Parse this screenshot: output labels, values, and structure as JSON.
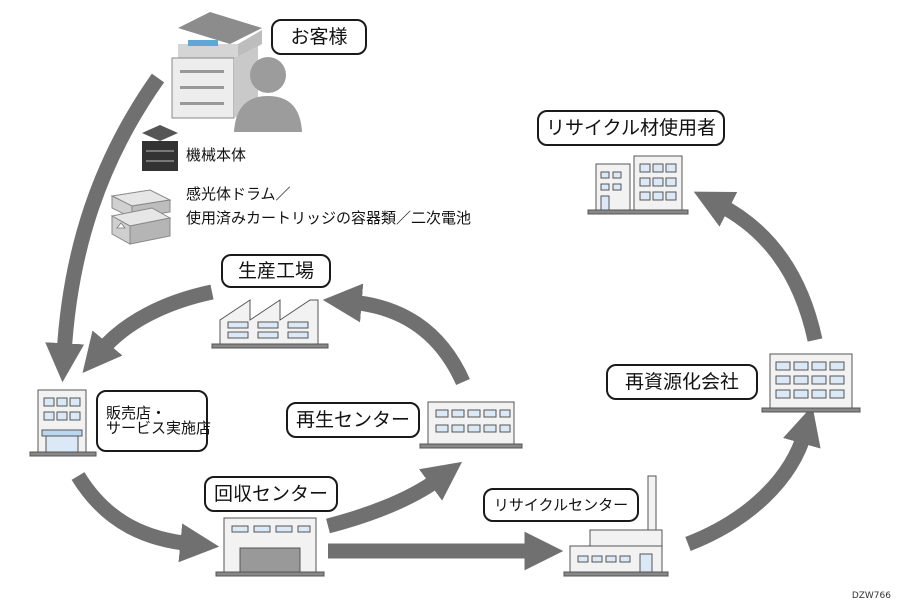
{
  "nodes": {
    "customer": "お客様",
    "machine_body": "機械本体",
    "consumables_line1": "感光体ドラム／",
    "consumables_line2": "使用済みカートリッジの容器類／二次電池",
    "dealer_line1": "販売店・",
    "dealer_line2": "サービス実施店",
    "factory": "生産工場",
    "collection_center": "回収センター",
    "regeneration_center": "再生センター",
    "recycle_center": "リサイクルセンター",
    "recycling_company": "再資源化会社",
    "recycled_material_user": "リサイクル材使用者"
  },
  "figure_code": "DZW766",
  "colors": {
    "arrow": "#707070",
    "building_fill": "#f2f2f2",
    "window": "#dbe8f6",
    "outline": "#555555"
  }
}
